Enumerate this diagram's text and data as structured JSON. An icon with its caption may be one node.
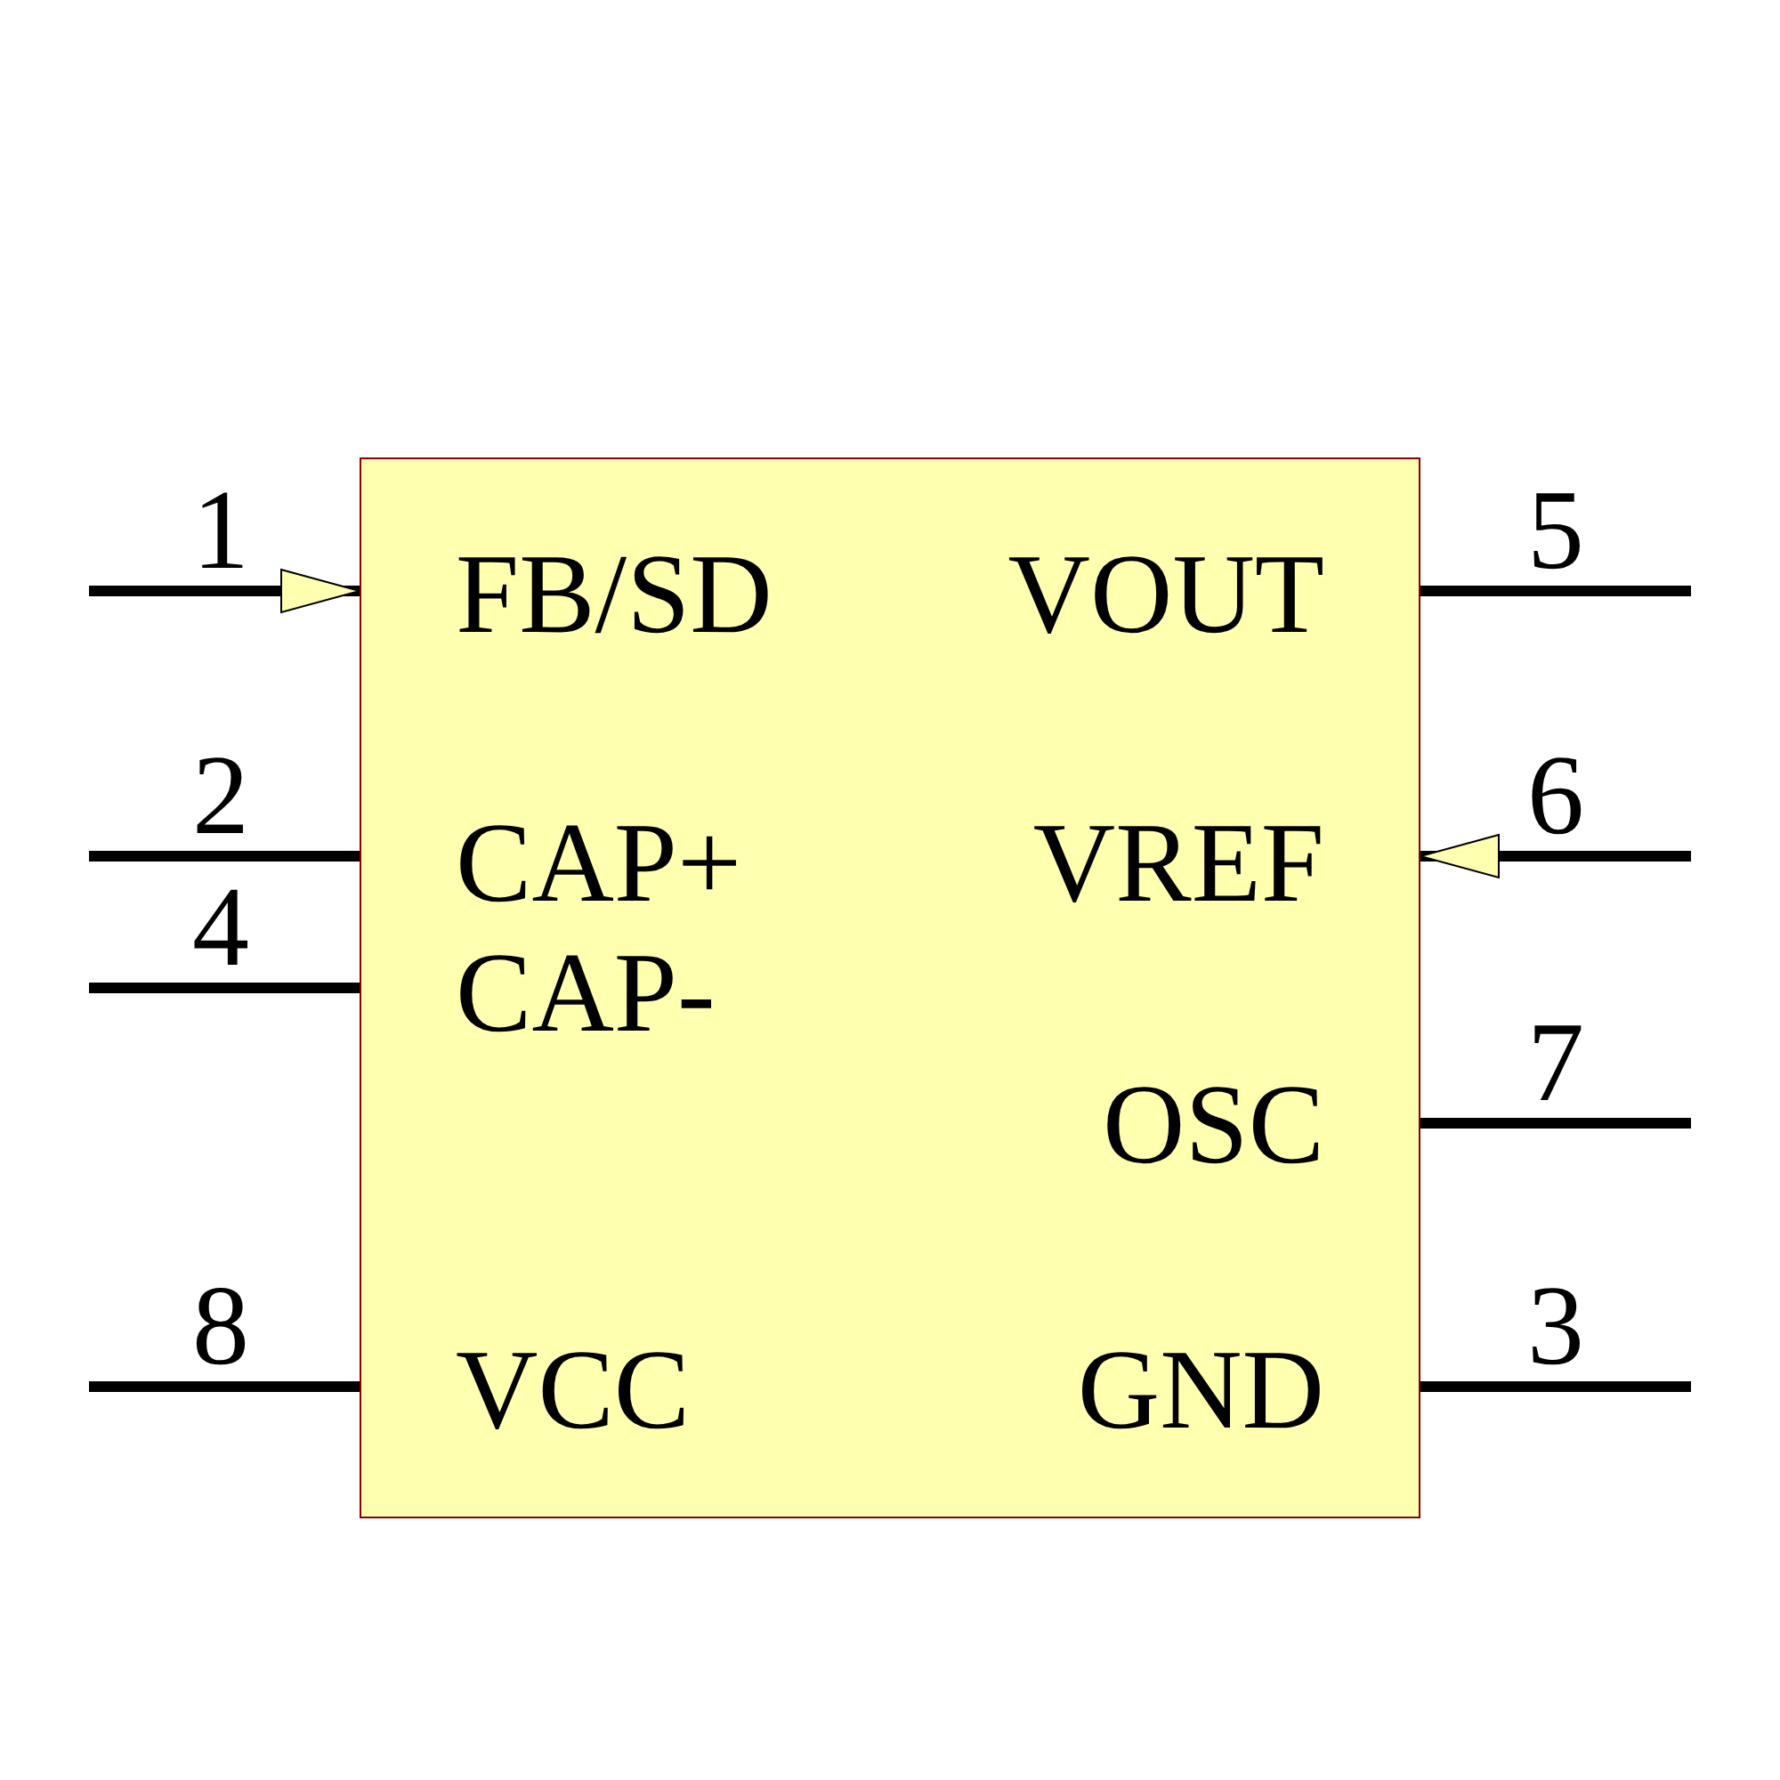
{
  "diagram": {
    "nodes": [
      {
        "text": [
          "FB/SD",
          "VOUT",
          "CAP+",
          "VREF",
          "CAP-",
          "OSC",
          "VCC",
          "GND"
        ]
      }
    ],
    "labels": [
      "1",
      "5",
      "2",
      "6",
      "4",
      "7",
      "8",
      "3"
    ]
  }
}
